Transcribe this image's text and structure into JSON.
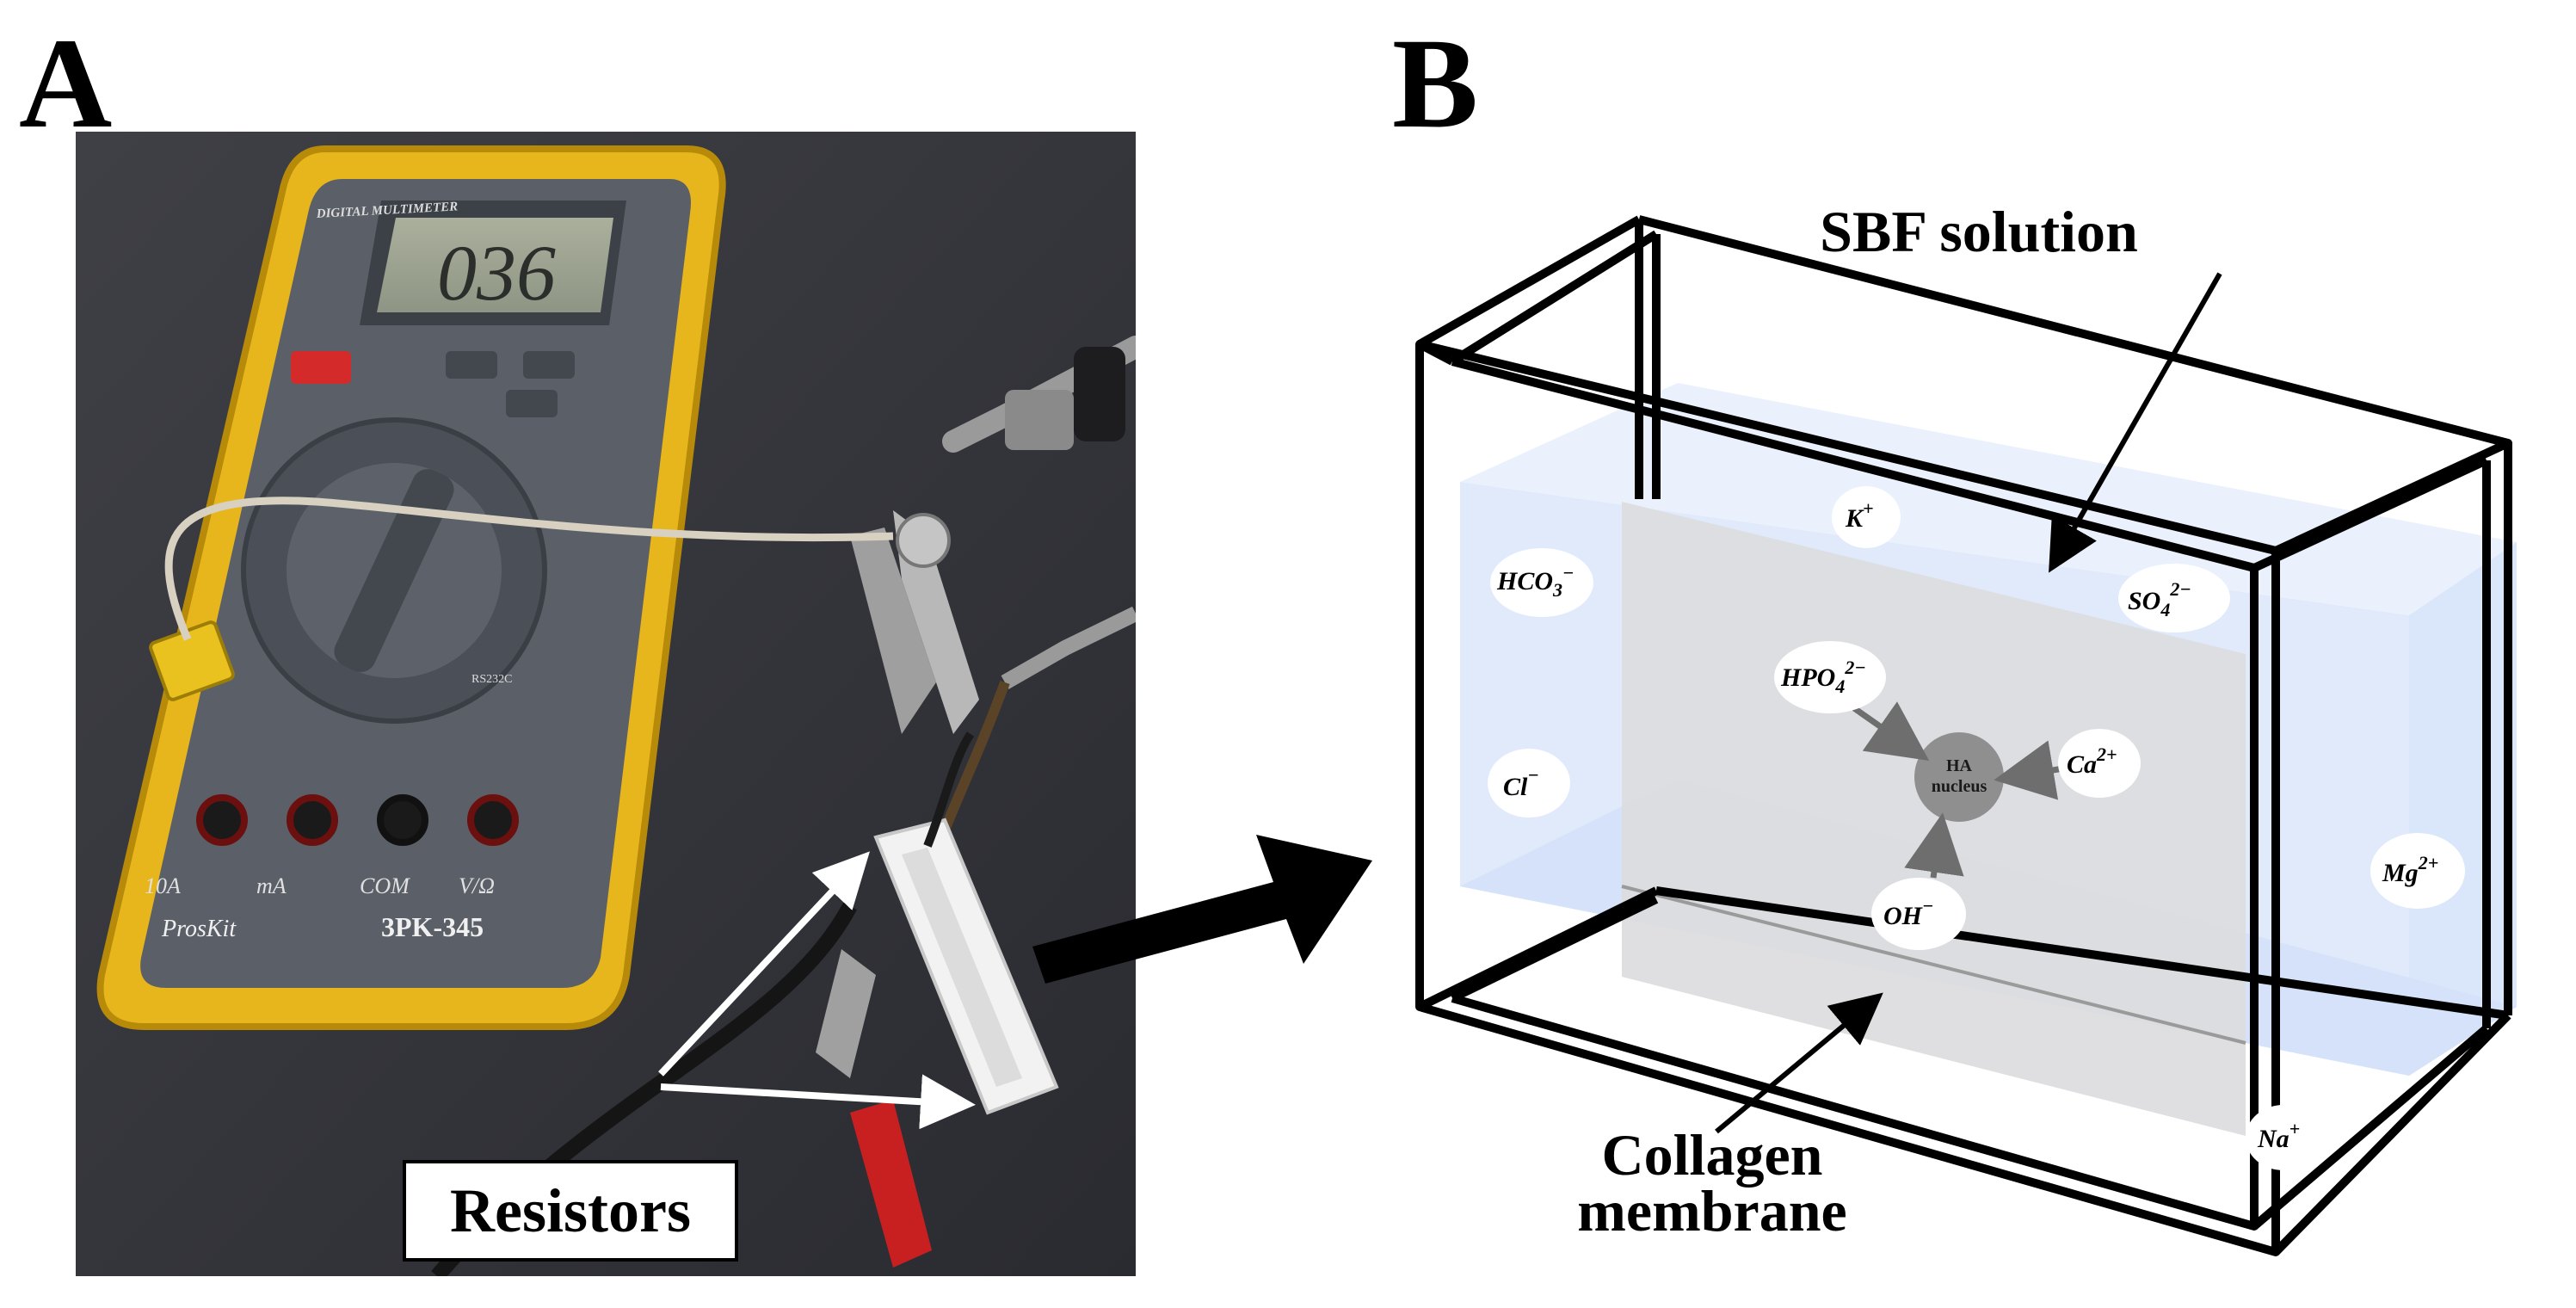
{
  "panels": {
    "a": {
      "letter": "A"
    },
    "b": {
      "letter": "B"
    }
  },
  "multimeter": {
    "display_reading": "036",
    "header_text": "DIGITAL MULTIMETER",
    "model": "3PK-345",
    "brand": "ProsKit",
    "jack_labels": [
      "10A",
      "mA",
      "COM",
      "V/Ω"
    ],
    "port_label": "RS232C"
  },
  "resistors_label": "Resistors",
  "diagram": {
    "solution_label": "SBF solution",
    "membrane_label_line1": "Collagen",
    "membrane_label_line2": "membrane",
    "nucleus_label_line1": "HA",
    "nucleus_label_line2": "nucleus",
    "ions": {
      "k": {
        "base": "K",
        "sup": "+"
      },
      "hco3": {
        "base": "HCO",
        "sub": "3",
        "sup": "−"
      },
      "so4": {
        "base": "SO",
        "sub": "4",
        "sup": "2−"
      },
      "hpo4": {
        "base": "HPO",
        "sub": "4",
        "sup": "2−"
      },
      "ca": {
        "base": "Ca",
        "sup": "2+"
      },
      "cl": {
        "base": "Cl",
        "sup": "−"
      },
      "oh": {
        "base": "OH",
        "sup": "−"
      },
      "mg": {
        "base": "Mg",
        "sup": "2+"
      },
      "na": {
        "base": "Na",
        "sup": "+"
      }
    }
  },
  "colors": {
    "multimeter_body": "#e7b61c",
    "multimeter_face": "#5b6068",
    "lcd": "#9ea392",
    "background_surface": "#34353a",
    "solution_fill": "#e3ecfb",
    "membrane_fill": "#d9d9db",
    "nucleus_fill": "#8f8f8f",
    "arrow_gray": "#6e6e6e"
  }
}
